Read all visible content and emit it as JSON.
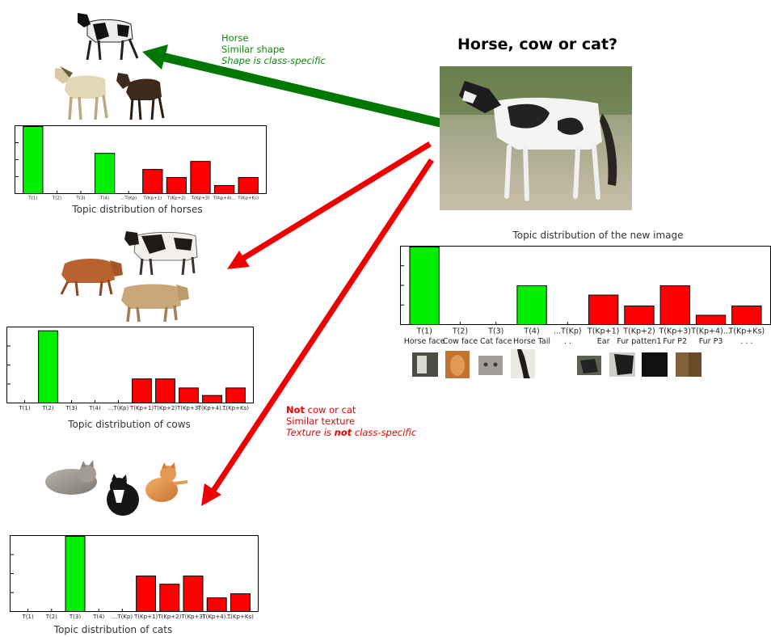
{
  "question": "Horse, cow or cat?",
  "horse_note": {
    "line1": "Horse",
    "line2": "Similar shape",
    "line3": "Shape is class-specific"
  },
  "texture_note": {
    "line1_bold": "Not",
    "line1_rest": " cow or cat",
    "line2": "Similar texture",
    "line3_a": "Texture is ",
    "line3_bold": "not",
    "line3_b": " class-specific"
  },
  "colors": {
    "shape_topic": "#00ee00",
    "texture_topic": "#ff0000",
    "shape_arrow": "#007700",
    "texture_arrow": "#ee0000"
  },
  "chart_data": [
    {
      "type": "bar",
      "caption": "Topic distribution of horses",
      "categories": [
        "T(1)",
        "T(2)",
        "T(3)",
        "T(4)",
        "...T(Kp)",
        "T(Kp+1)",
        "T(Kp+2)",
        "T(Kp+3)",
        "T(Kp+4)...",
        "T(Kp+Ks)"
      ],
      "values": [
        5.0,
        0,
        0,
        3.0,
        0,
        1.8,
        1.2,
        2.4,
        0.6,
        1.2
      ],
      "ylim": [
        0,
        5.0
      ],
      "colors": [
        "green",
        "green",
        "green",
        "green",
        "green",
        "red",
        "red",
        "red",
        "red",
        "red"
      ]
    },
    {
      "type": "bar",
      "caption": "Topic distribution of cows",
      "categories": [
        "T(1)",
        "T(2)",
        "T(3)",
        "T(4)",
        "...T(Kp)",
        "T(Kp+1)",
        "T(Kp+2)",
        "T(Kp+3)",
        "T(Kp+4)...",
        "T(Kp+Ks)"
      ],
      "values": [
        0,
        4.8,
        0,
        0,
        0,
        1.6,
        1.6,
        1.0,
        0.5,
        1.0
      ],
      "ylim": [
        0,
        5.0
      ],
      "colors": [
        "green",
        "green",
        "green",
        "green",
        "green",
        "red",
        "red",
        "red",
        "red",
        "red"
      ]
    },
    {
      "type": "bar",
      "caption": "Topic distribution of cats",
      "categories": [
        "T(1)",
        "T(2)",
        "T(3)",
        "T(4)",
        "...T(Kp)",
        "T(Kp+1)",
        "T(Kp+2)",
        "T(Kp+3)",
        "T(Kp+4)...",
        "T(Kp+Ks)"
      ],
      "values": [
        0,
        0,
        5.5,
        0,
        0,
        2.6,
        2.0,
        2.6,
        1.0,
        1.3
      ],
      "ylim": [
        0,
        5.5
      ],
      "colors": [
        "green",
        "green",
        "green",
        "green",
        "green",
        "red",
        "red",
        "red",
        "red",
        "red"
      ]
    },
    {
      "type": "bar",
      "title": "Topic distribution of the new image",
      "categories": [
        "T(1)",
        "T(2)",
        "T(3)",
        "T(4)",
        "...T(Kp)",
        "T(Kp+1)",
        "T(Kp+2)",
        "T(Kp+3)",
        "T(Kp+4)...",
        "T(Kp+Ks)"
      ],
      "topic_names": [
        "Horse face",
        "Cow face",
        "Cat face",
        "Horse Tail",
        ". .",
        "Ear",
        "Fur patten1",
        "Fur P2",
        "Fur P3",
        ". . ."
      ],
      "values": [
        5.0,
        0,
        0,
        2.5,
        0,
        1.9,
        1.2,
        2.5,
        0.6,
        1.2
      ],
      "ylim": [
        0,
        5.0
      ],
      "colors": [
        "green",
        "green",
        "green",
        "green",
        "green",
        "red",
        "red",
        "red",
        "red",
        "red"
      ]
    }
  ]
}
